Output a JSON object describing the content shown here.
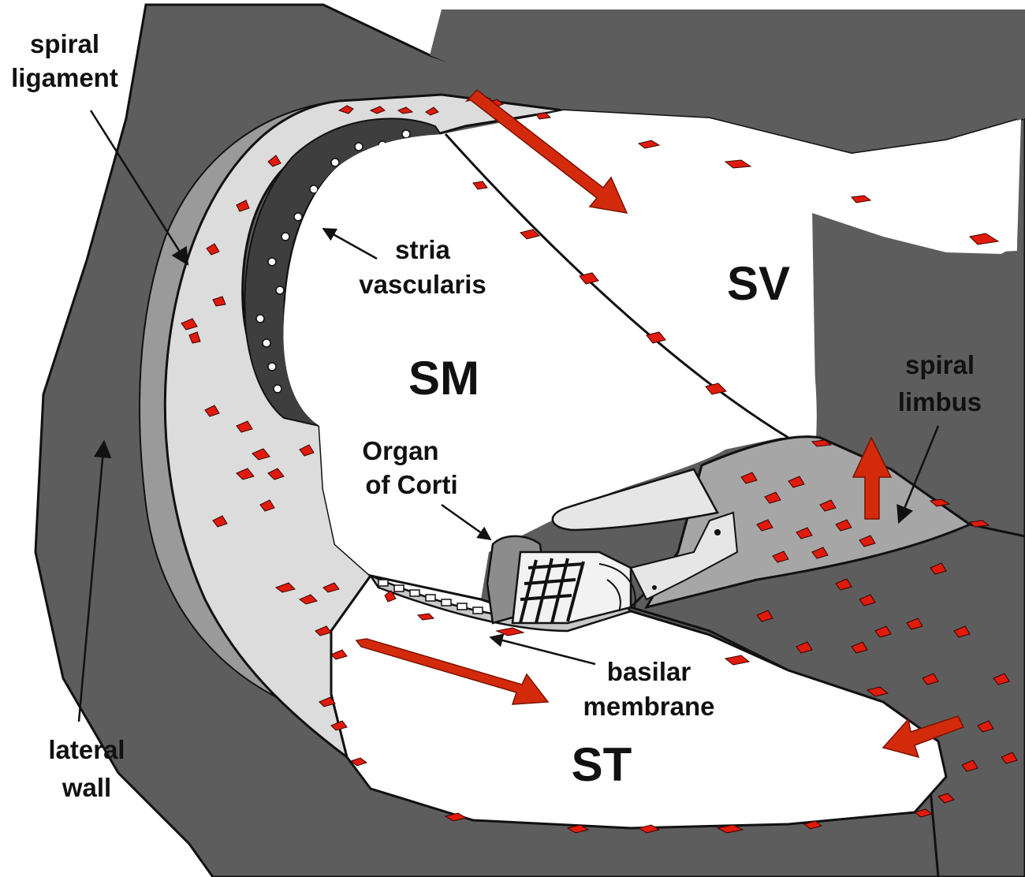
{
  "labels": {
    "spiral_ligament": [
      "spiral",
      "ligament"
    ],
    "stria_vascularis": [
      "stria",
      "vascularis"
    ],
    "organ_of_corti": [
      "Organ",
      "of Corti"
    ],
    "basilar_membrane": [
      "basilar",
      "membrane"
    ],
    "spiral_limbus": [
      "spiral",
      "limbus"
    ],
    "lateral_wall": [
      "lateral",
      "wall"
    ],
    "sv": "SV",
    "sm": "SM",
    "st": "ST"
  },
  "colors": {
    "bone": "#5d5d5d",
    "ligament": "#dcdcdc",
    "ligament_dark_band": "#9a9a9a",
    "stria": "#3e3e3e",
    "limbus": "#a6a6a6",
    "fluid": "#ffffff",
    "cells": "#e01b0c",
    "flow_arrows": "#d42a0c",
    "outline": "#111111"
  },
  "icons": {
    "flow": "red-flow-arrow",
    "pointer": "black-pointer-arrow"
  }
}
